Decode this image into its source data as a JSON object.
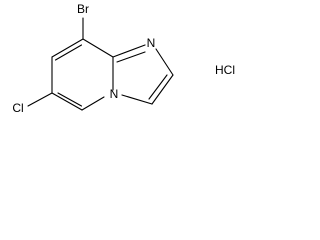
{
  "structure": {
    "atoms": {
      "bromine": "Br",
      "imidazole_nitrogen": "N",
      "bridgehead_nitrogen": "N",
      "chlorine": "Cl"
    },
    "salt": "HCl"
  }
}
